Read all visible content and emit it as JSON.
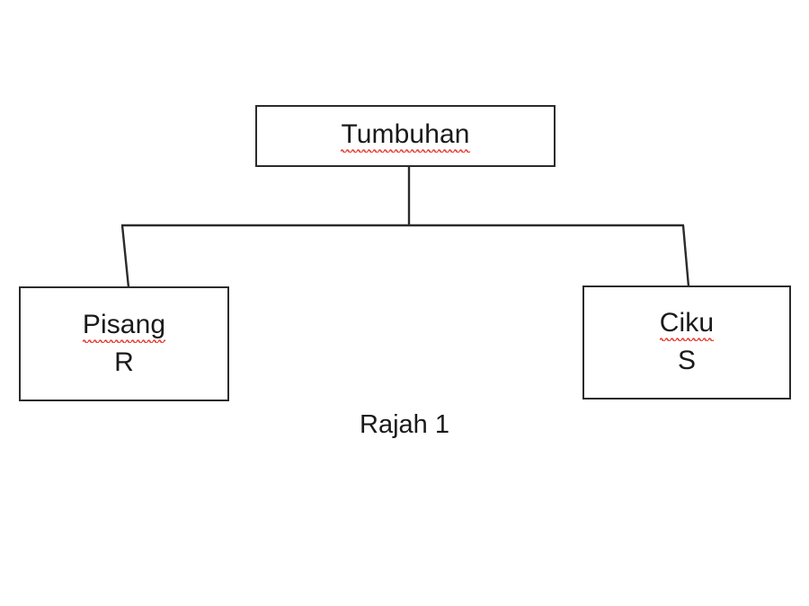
{
  "diagram": {
    "caption": "Rajah 1",
    "line_color": "#2b2b2b",
    "box_border_color": "#2b2b2b",
    "background_color": "#ffffff",
    "text_color": "#1a1a1a",
    "spellcheck_underline_color": "#e8453c",
    "root": {
      "label": "Tumbuhan",
      "spellchecked": true
    },
    "children": [
      {
        "label": "Pisang",
        "code": "R",
        "spellchecked": true
      },
      {
        "label": "Ciku",
        "code": "S",
        "spellchecked": true
      }
    ]
  }
}
